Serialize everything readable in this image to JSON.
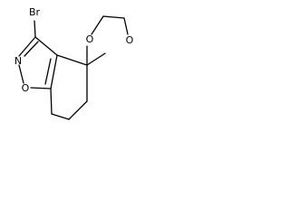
{
  "molecule": {
    "atoms": {
      "br": "Br",
      "n": "N",
      "o_ring": "O",
      "o_dioxolane_1": "O",
      "o_dioxolane_2": "O"
    }
  }
}
